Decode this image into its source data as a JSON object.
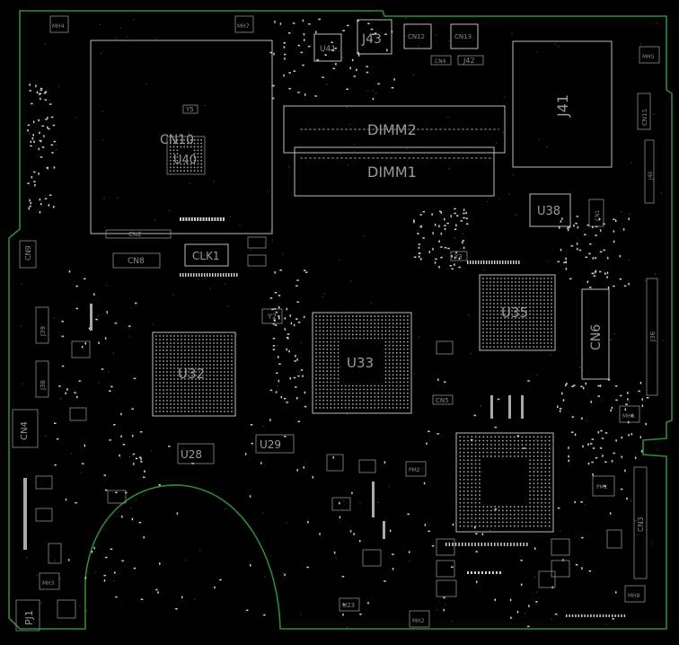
{
  "board": {
    "background": "#000000",
    "outline_color": "#2f8a3a",
    "silkscreen_color": "#bdbdbd"
  },
  "labels": {
    "u33": "U33",
    "u32": "U32",
    "u35": "U35",
    "u38": "U38",
    "u40": "U40",
    "u41": "U41",
    "u23": "U23",
    "u28": "U28",
    "u29": "U29",
    "j41": "J41",
    "j43": "J43",
    "j42": "J42",
    "dimm1": "DIMM1",
    "dimm2": "DIMM2",
    "clk1": "CLK1",
    "cn6": "CN6",
    "cn8": "CN8",
    "cn10": "CN10",
    "cn4": "CN4",
    "cn9": "CN9",
    "cn11": "CN11",
    "cn12": "CN12",
    "cn13": "CN13",
    "cn3": "CN3",
    "pj1": "PJ1",
    "y5": "Y5",
    "y2": "Y2",
    "y3": "Y3",
    "cn5": "CN5",
    "mh4": "MH4",
    "mh5": "MH5",
    "mh7": "MH7",
    "mh6": "MH6",
    "mh3": "MH3",
    "mh2": "MH2",
    "mh8": "MH8",
    "j39": "J39",
    "j38": "J38",
    "cn2": "CN2",
    "cn1": "CN1",
    "j40": "J40",
    "j36": "J36",
    "pm2": "PM2",
    "pm1": "PM1",
    "cn4b": "CN4"
  }
}
